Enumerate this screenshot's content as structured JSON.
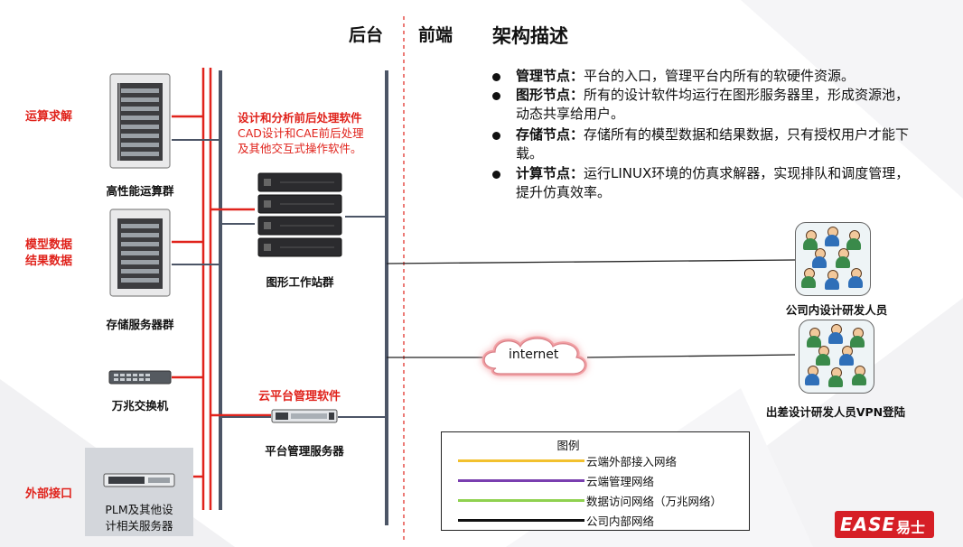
{
  "header": {
    "backend": "后台",
    "frontend": "前端",
    "arch_title": "架构描述"
  },
  "description": [
    {
      "term": "管理节点：",
      "text": "平台的入口，管理平台内所有的软硬件资源。"
    },
    {
      "term": "图形节点：",
      "text": "所有的设计软件均运行在图形服务器里，形成资源池，动态共享给用户。"
    },
    {
      "term": "存储节点：",
      "text": "存储所有的模型数据和结果数据，只有授权用户才能下载。"
    },
    {
      "term": "计算节点：",
      "text": "运行LINUX环境的仿真求解器，实现排队和调度管理，提升仿真效率。"
    }
  ],
  "left_labels": {
    "compute": "运算求解",
    "model_data": "模型数据",
    "result_data": "结果数据",
    "external": "外部接口"
  },
  "devices": {
    "hpc": "高性能运算群",
    "storage": "存储服务器群",
    "switch": "万兆交换机",
    "plm_line1": "PLM及其他设",
    "plm_line2": "计相关服务器",
    "workstation": "图形工作站群",
    "mgmt_server": "平台管理服务器"
  },
  "software": {
    "design_title": "设计和分析前后处理软件",
    "design_line1": "CAD设计和CAE前后处理",
    "design_line2": "及其他交互式操作软件。",
    "cloud_mgmt": "云平台管理软件"
  },
  "users": {
    "internal": "公司内设计研发人员",
    "vpn": "出差设计研发人员VPN登陆"
  },
  "cloud_label": "internet",
  "legend": {
    "title": "图例",
    "items": [
      {
        "label": "云端外部接入网络",
        "color": "#f2c12e"
      },
      {
        "label": "云端管理网络",
        "color": "#7a3fb0"
      },
      {
        "label": "数据访问网络（万兆网络）",
        "color": "#8fd14f"
      },
      {
        "label": "公司内部网络",
        "color": "#111111"
      }
    ]
  },
  "logo": {
    "text": "EASE",
    "suffix": "易士"
  },
  "colors": {
    "accent_red": "#e0231c",
    "bus_gray": "#4c5566"
  }
}
